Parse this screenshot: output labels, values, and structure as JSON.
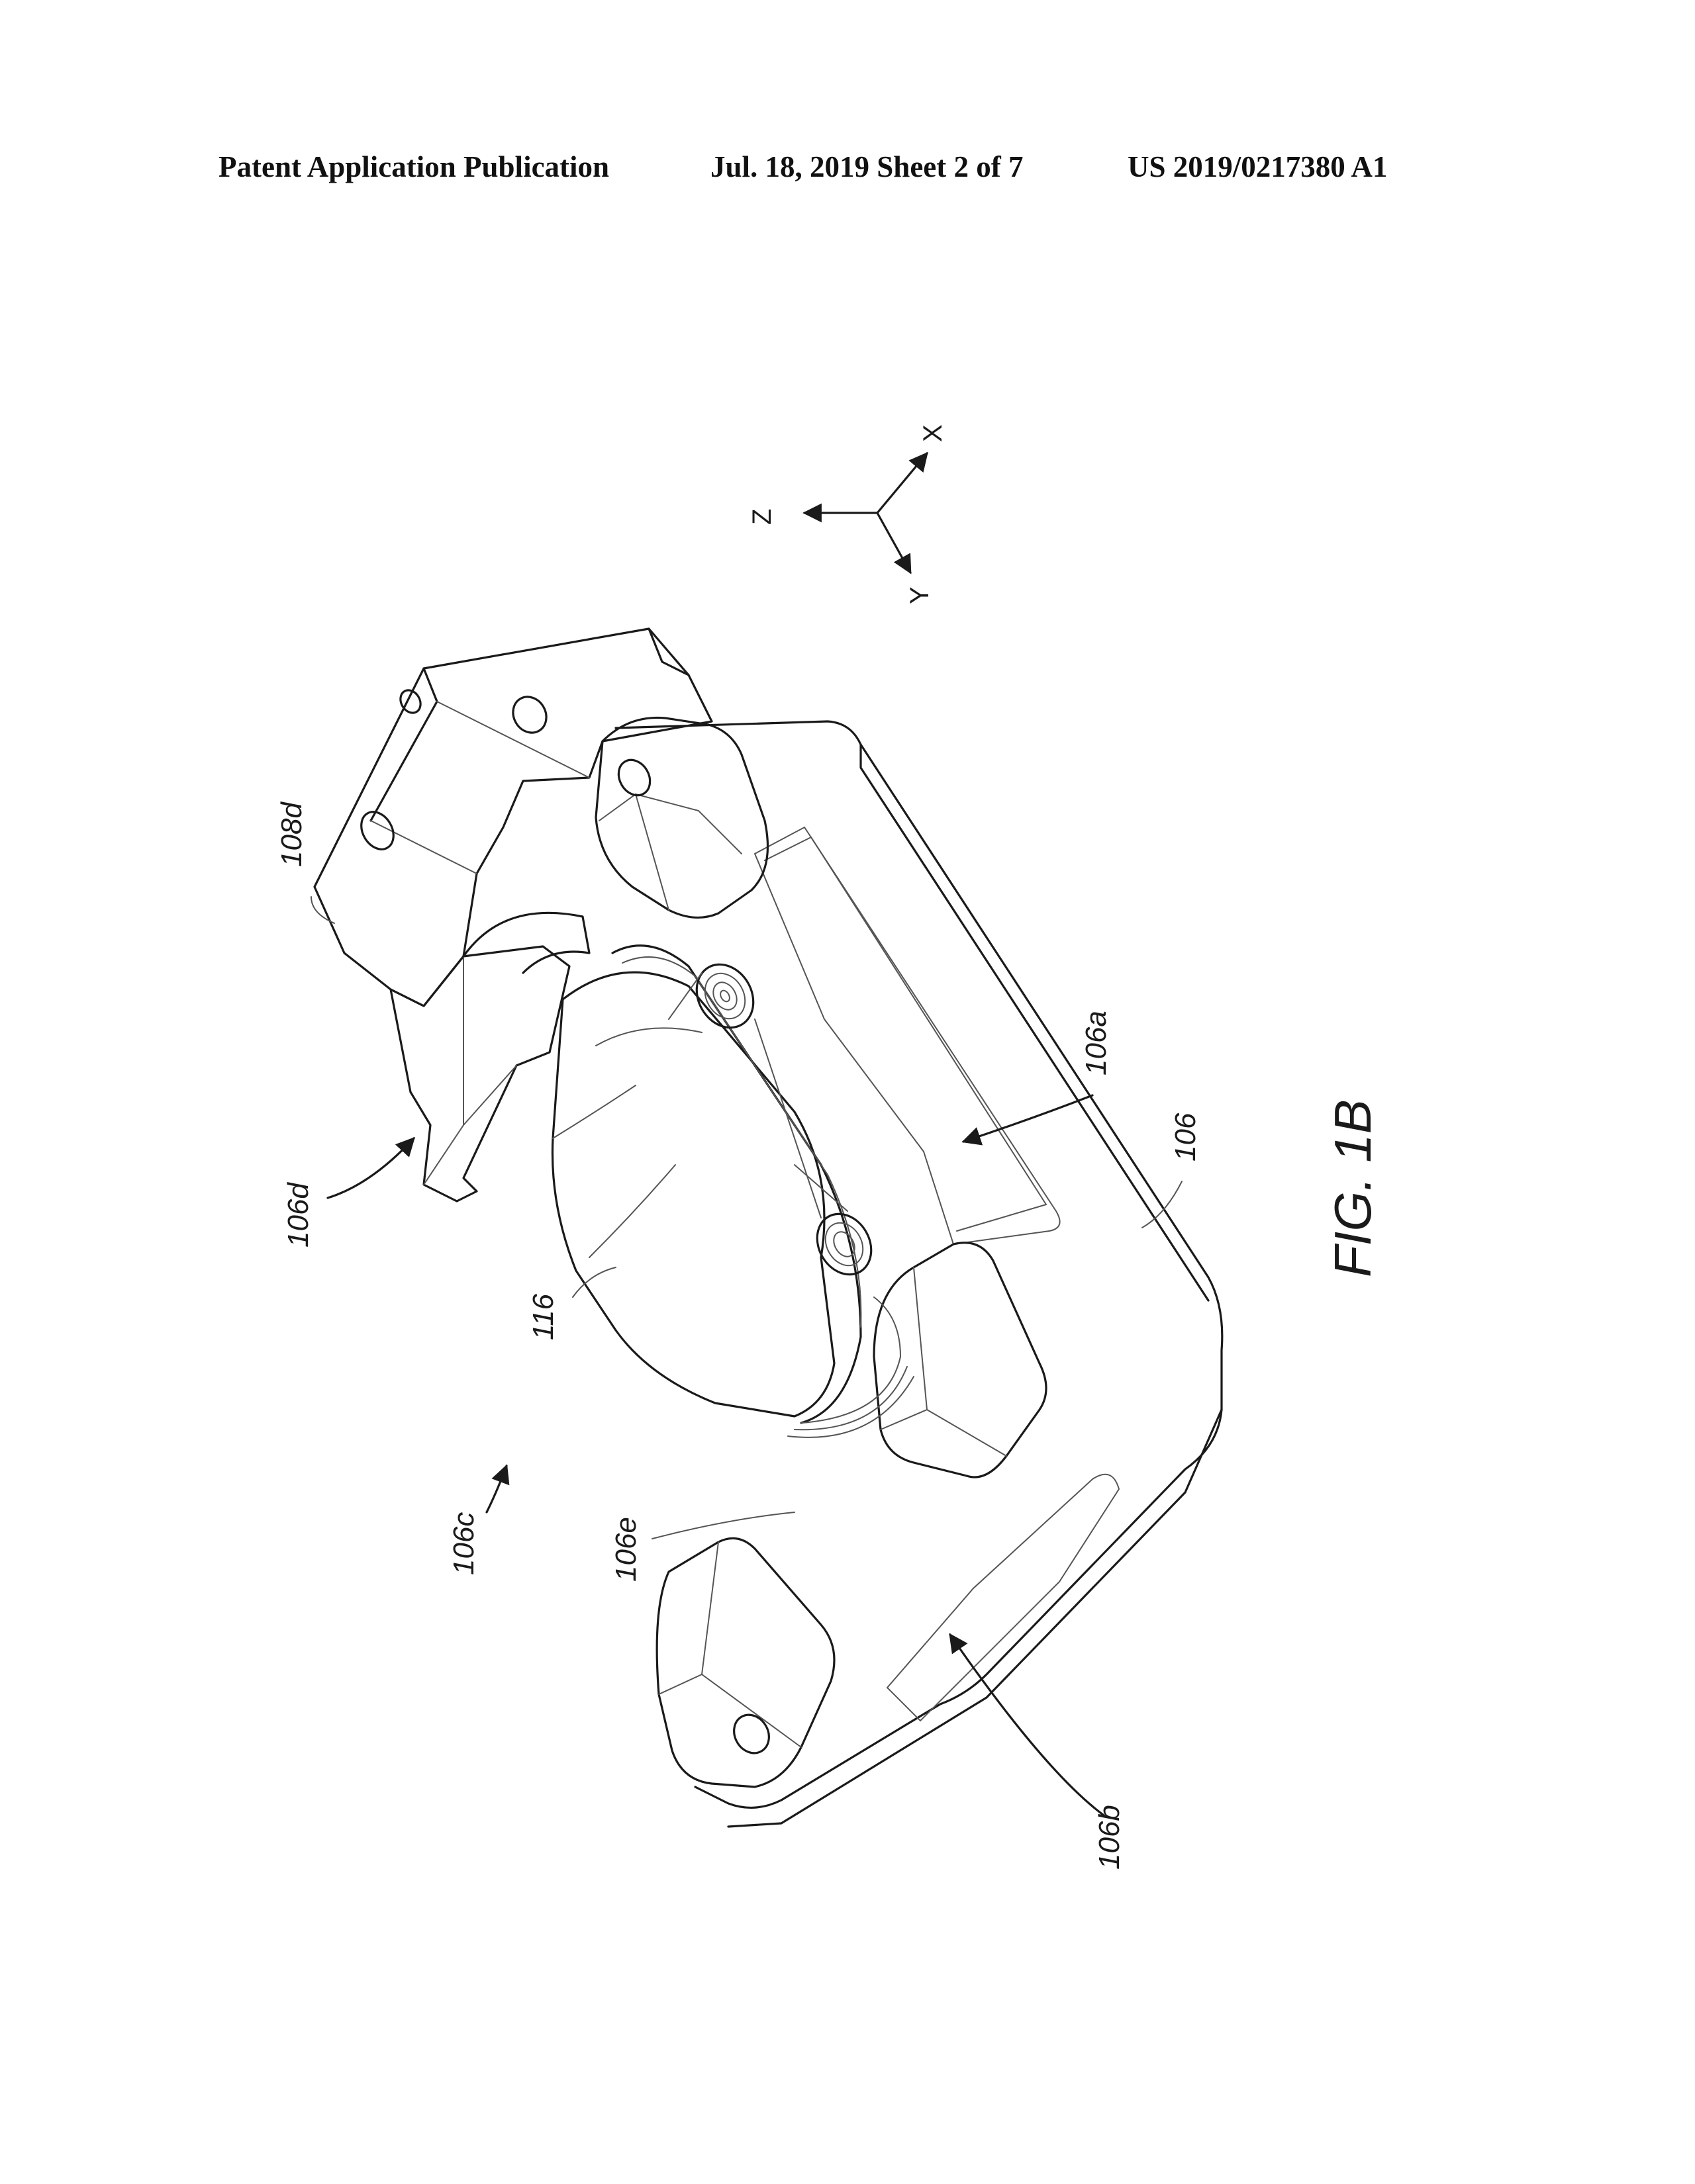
{
  "header": {
    "publication": "Patent Application Publication",
    "date_sheet": "Jul. 18, 2019   Sheet 2 of 7",
    "pub_number": "US 2019/0217380 A1"
  },
  "axes": {
    "x": "X",
    "y": "Y",
    "z": "Z"
  },
  "labels": {
    "r108d": "108d",
    "r106d": "106d",
    "r106a": "106a",
    "r106": "106",
    "r116": "116",
    "r106c": "106c",
    "r106e": "106e",
    "r106b": "106b"
  },
  "figure_label": "FIG. 1B"
}
